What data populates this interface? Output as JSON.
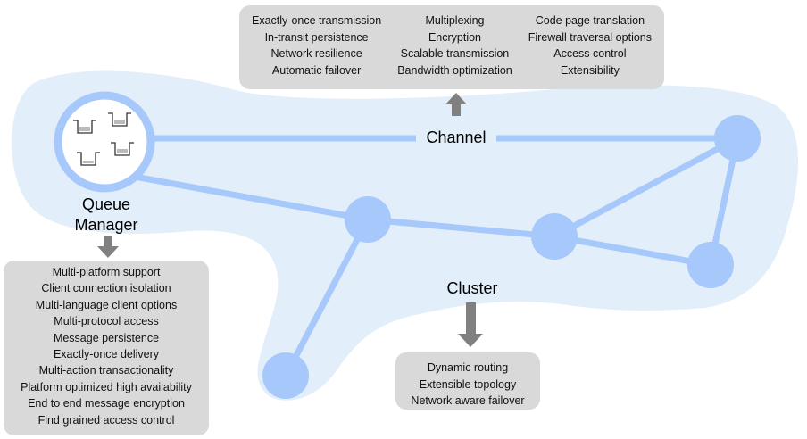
{
  "channel": {
    "label": "Channel",
    "features": [
      [
        "Exactly-once transmission",
        "In-transit persistence",
        "Network resilience",
        "Automatic failover"
      ],
      [
        "Multiplexing",
        "Encryption",
        "Scalable transmission",
        "Bandwidth optimization"
      ],
      [
        "Code page translation",
        "Firewall traversal options",
        "Access control",
        "Extensibility"
      ]
    ]
  },
  "queue_manager": {
    "label_line1": "Queue",
    "label_line2": "Manager",
    "features": [
      "Multi-platform support",
      "Client connection isolation",
      "Multi-language client options",
      "Multi-protocol access",
      "Message persistence",
      "Exactly-once delivery",
      "Multi-action transactionality",
      "Platform optimized high availability",
      "End to end message encryption",
      "Find grained access control"
    ]
  },
  "cluster": {
    "label": "Cluster",
    "features": [
      "Dynamic routing",
      "Extensible topology",
      "Network aware failover"
    ]
  },
  "colors": {
    "cloud": "#e3eefb",
    "node": "#a6c8fb",
    "link": "#a6c8fb",
    "arrow": "#808080",
    "box": "#d9d9d9"
  },
  "icons": [
    "queue-icon",
    "queue-icon",
    "queue-icon",
    "queue-icon",
    "arrow-up-icon",
    "arrow-down-icon",
    "arrow-down-icon"
  ]
}
